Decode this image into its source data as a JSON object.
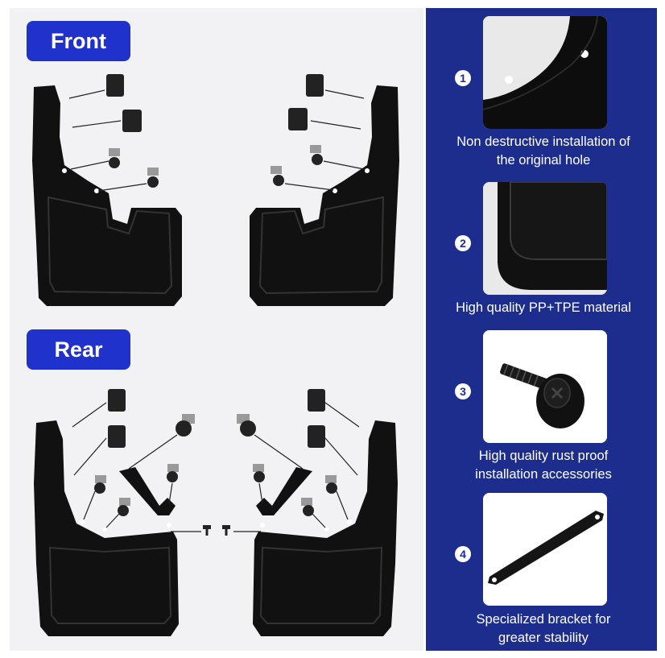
{
  "sections": {
    "front_label": "Front",
    "rear_label": "Rear"
  },
  "features": [
    {
      "number": "1",
      "caption_line1": "Non destructive installation of",
      "caption_line2": "the original hole"
    },
    {
      "number": "2",
      "caption_line1": "High quality PP+TPE material",
      "caption_line2": ""
    },
    {
      "number": "3",
      "caption_line1": "High quality rust proof",
      "caption_line2": "installation accessories"
    },
    {
      "number": "4",
      "caption_line1": "Specialized bracket for",
      "caption_line2": "greater stability"
    }
  ],
  "colors": {
    "panel_blue": "#1d2d8e",
    "pill_blue": "#1f33cc",
    "part_black": "#111111"
  }
}
